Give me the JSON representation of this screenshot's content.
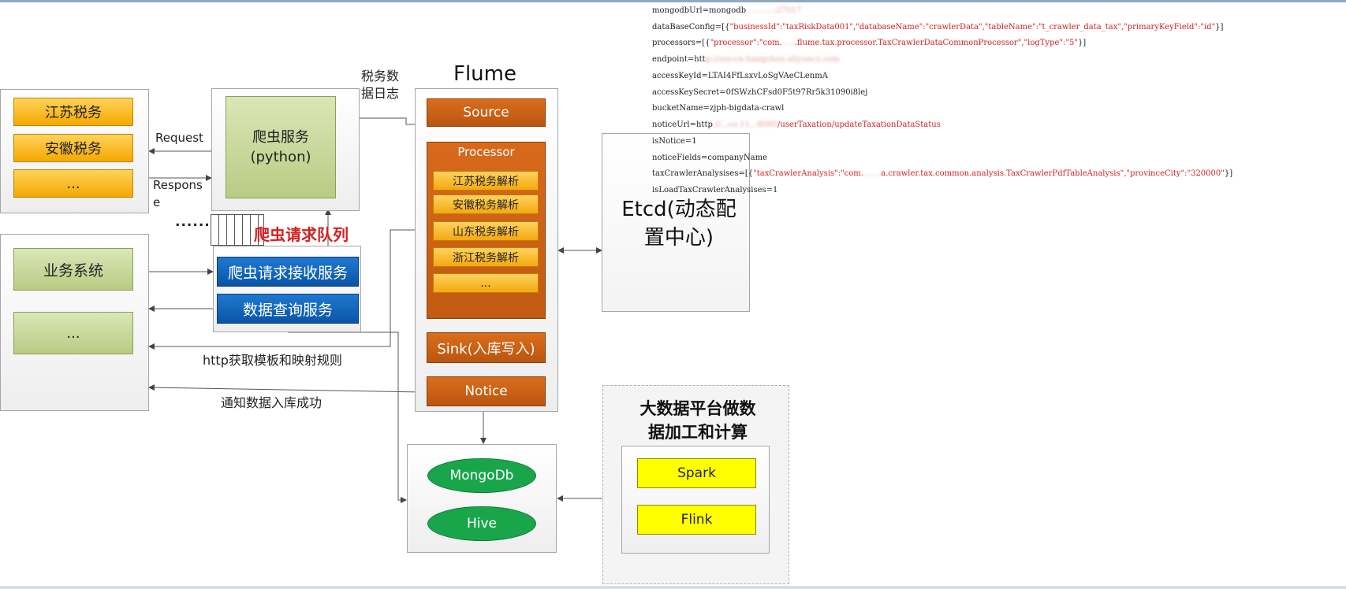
{
  "tax_sites": {
    "items": [
      "江苏税务",
      "安徽税务",
      "..."
    ]
  },
  "business": {
    "items": [
      "业务系统",
      "..."
    ]
  },
  "crawler_service": {
    "label": "爬虫服务\n(python)"
  },
  "crawler_queue": {
    "label": "爬虫请求队列",
    "dots": "......"
  },
  "receive_service": {
    "label": "爬虫请求接收服务"
  },
  "query_service": {
    "label": "数据查询服务"
  },
  "arrows": {
    "request": "Request",
    "response": "Respons\ne",
    "tax_log": "税务数\n据日志",
    "http_template": "http获取模板和映射规则",
    "notice_success": "通知数据入库成功"
  },
  "flume": {
    "title": "Flume",
    "source": "Source",
    "processor": "Processor",
    "parsers": [
      "江苏税务解析",
      "安徽税务解析",
      "山东税务解析",
      "浙江税务解析",
      "..."
    ],
    "sink": "Sink(入库写入)",
    "notice": "Notice"
  },
  "etcd": {
    "label": "Etcd(动态配置中心)"
  },
  "storage": {
    "mongo": "MongoDb",
    "hive": "Hive"
  },
  "bigdata": {
    "title": "大数据平台做数\n据加工和计算",
    "spark": "Spark",
    "flink": "Flink"
  },
  "config_lines": [
    {
      "key": "mongodbUrl=mongodb",
      "value": ""
    },
    {
      "key": "dataBaseConfig=[{",
      "value": "\"businessId\":\"taxRiskData001\",\"databaseName\":\"crawlerData\",\"tableName\":\"t_crawler_data_tax\",\"primaryKeyField\":\"id\"",
      "tail": "}]"
    },
    {
      "key": "processors=[{",
      "value": "\"processor\":\"com.",
      "value2": ".flume.tax.processor.TaxCrawlerDataCommonProcessor\",\"logType\":\"5\"",
      "tail": "}]"
    },
    {
      "key": "endpoint=htt",
      "value": ""
    },
    {
      "key": "accessKeyId=LTAI4FfLsxvLoSgVAeCLenmA",
      "value": ""
    },
    {
      "key": "accessKeySecret=0fSWzhCFsd0F5t97Rr5k31090i8lej",
      "value": ""
    },
    {
      "key": "bucketName=zjph-bigdata-crawl",
      "value": ""
    },
    {
      "key": "noticeUrl=http",
      "value": "/userTaxation/updateTaxationDataStatus"
    },
    {
      "key": "isNotice=1",
      "value": ""
    },
    {
      "key": "noticeFields=companyName",
      "value": ""
    },
    {
      "key": "taxCrawlerAnalysises=[{",
      "value": "\"taxCrawlerAnalysis\":\"com.",
      "value2": "a.crawler.tax.common.analysis.TaxCrawlerPdfTableAnalysis\",\"provinceCity\":\"320000\"",
      "tail": "}]"
    },
    {
      "key": "isLoadTaxCrawlerAnalysises=1",
      "value": ""
    }
  ]
}
